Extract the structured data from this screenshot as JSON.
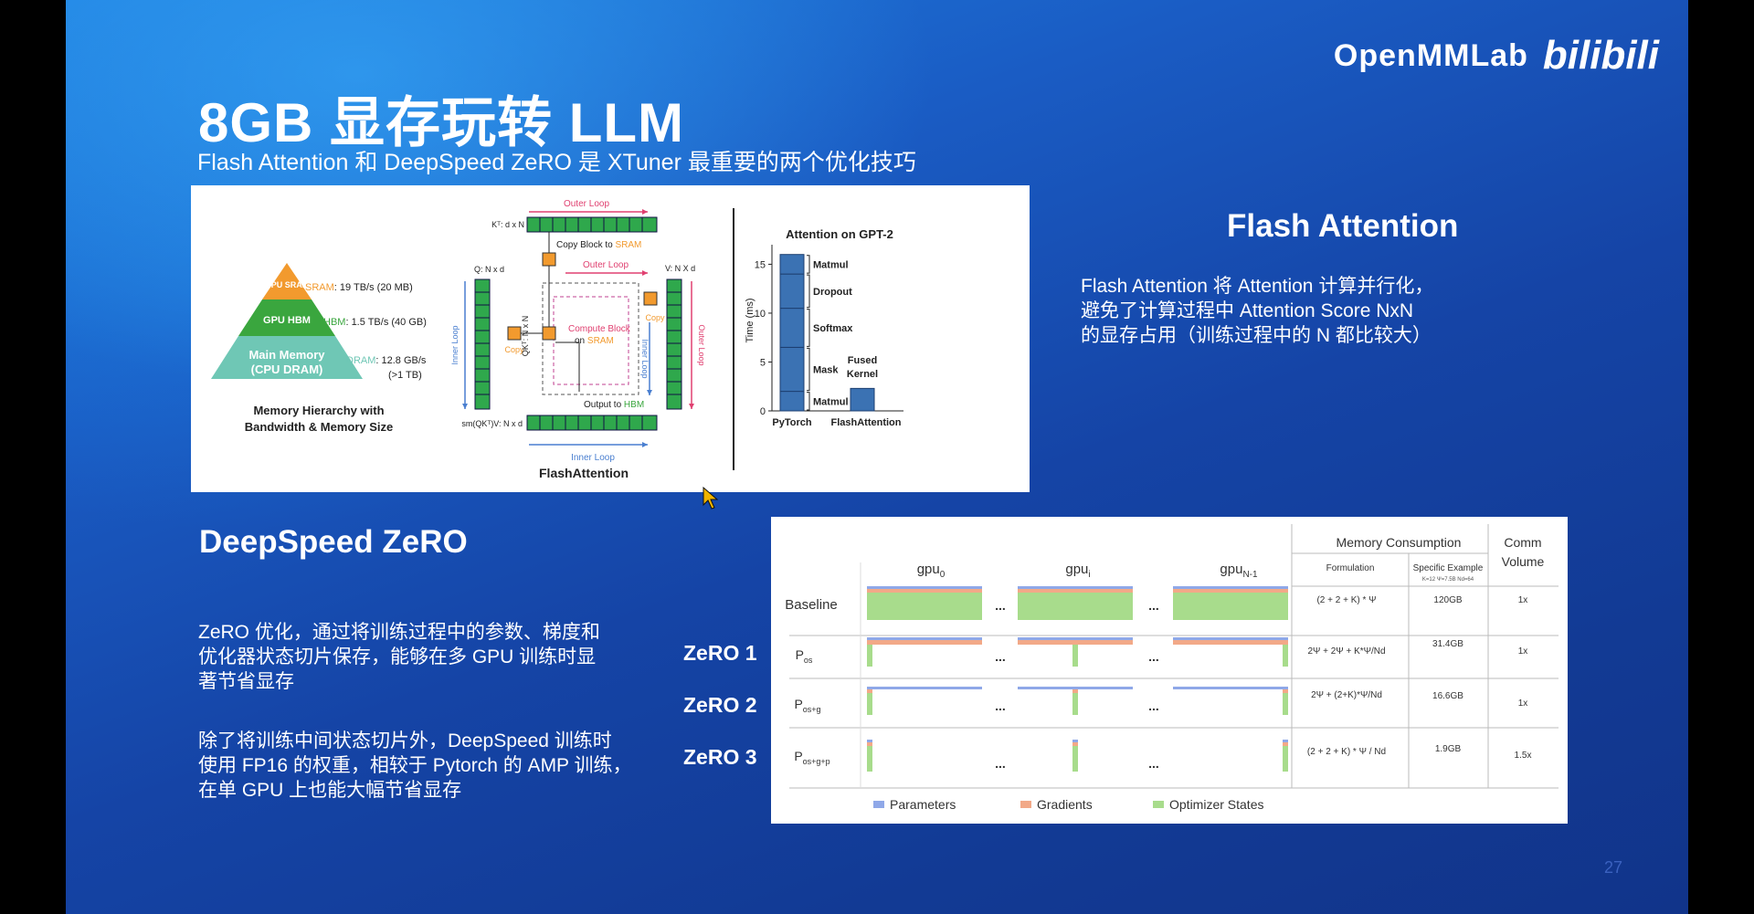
{
  "slide": {
    "title": "8GB 显存玩转 LLM",
    "subtitle": "Flash Attention 和 DeepSpeed ZeRO 是 XTuner 最重要的两个优化技巧",
    "page_number": "27"
  },
  "brand": {
    "openmmlab": "OpenMMLab",
    "bilibili": "bilibili"
  },
  "flash_attention": {
    "heading": "Flash Attention",
    "desc": [
      "Flash Attention 将 Attention 计算并行化，",
      "避免了计算过程中 Attention Score NxN",
      "的显存占用（训练过程中的 N 都比较大）"
    ],
    "figure": {
      "pyramid_gpu_sram": "GPU SRAM",
      "pyramid_gpu_hbm": "GPU HBM",
      "pyramid_dram_1": "Main Memory",
      "pyramid_dram_2": "(CPU DRAM)",
      "sram_label": "SRAM",
      "sram_val": ": 19 TB/s (20 MB)",
      "hbm_label": "HBM",
      "hbm_val": ": 1.5 TB/s (40 GB)",
      "dram_label": "DRAM",
      "dram_val": ": 12.8 GB/s",
      "dram_val2": "(>1 TB)",
      "hier_caption_1": "Memory Hierarchy with",
      "hier_caption_2": "Bandwidth & Memory Size",
      "outer_loop": "Outer Loop",
      "outer_loop_2": "Outer Loop",
      "outer_loop_side": "Outer Loop",
      "inner_loop": "Inner Loop",
      "inner_loop_2": "Inner Loop",
      "inner_loop_bottom": "Inner Loop",
      "kt_label": "Kᵀ: d x N",
      "q_label": "Q: N x d",
      "v_label": "V: N X d",
      "qkt_label": "QKᵀ: N x N",
      "copy_block_prefix": "Copy Block to ",
      "sram_word": "SRAM",
      "copy": "Copy",
      "compute_block": "Compute Block",
      "on_sram_prefix": "on ",
      "output_prefix": "Output to ",
      "hbm_word": "HBM",
      "sm_label": "sm(QKᵀ)V: N x d",
      "fa_caption": "FlashAttention"
    }
  },
  "attention_chart": {
    "chart_data": {
      "type": "bar",
      "title": "Attention on GPT-2",
      "ylabel": "Time (ms)",
      "ylim": [
        0,
        17
      ],
      "yticks": [
        0,
        5,
        10,
        15
      ],
      "categories": [
        "PyTorch",
        "FlashAttention"
      ],
      "stacks": {
        "PyTorch": [
          {
            "name": "Matmul",
            "value": 2.0
          },
          {
            "name": "Mask",
            "value": 4.5
          },
          {
            "name": "Softmax",
            "value": 4.0
          },
          {
            "name": "Dropout",
            "value": 3.5
          },
          {
            "name": "Matmul",
            "value": 2.0
          }
        ],
        "FlashAttention": [
          {
            "name": "Fused Kernel",
            "value": 2.3
          }
        ]
      },
      "fused_label_1": "Fused",
      "fused_label_2": "Kernel"
    }
  },
  "deepspeed": {
    "heading": "DeepSpeed ZeRO",
    "para1": [
      "ZeRO 优化，通过将训练过程中的参数、梯度和",
      "优化器状态切片保存，能够在多 GPU 训练时显",
      "著节省显存"
    ],
    "para2": [
      "除了将训练中间状态切片外，DeepSpeed 训练时",
      "使用 FP16 的权重，相较于 Pytorch 的 AMP 训练，",
      "在单 GPU 上也能大幅节省显存"
    ],
    "stages": [
      "ZeRO 1",
      "ZeRO 2",
      "ZeRO 3"
    ]
  },
  "zero_table": {
    "gpu_0": "gpu",
    "gpu_0_sub": "0",
    "gpu_i": "gpu",
    "gpu_i_sub": "i",
    "gpu_n": "gpu",
    "gpu_n_sub": "N-1",
    "ellipsis": "...",
    "mem_consumption": "Memory Consumption",
    "comm_volume_1": "Comm",
    "comm_volume_2": "Volume",
    "formulation": "Formulation",
    "specific_example": "Specific Example",
    "specific_example_sub": "K=12 Ψ=7.5B Nd=64",
    "rows": [
      {
        "label": "Baseline",
        "sub": "",
        "formula": "(2 + 2 + K) * Ψ",
        "example": "120GB",
        "comm": "1x"
      },
      {
        "label": "P",
        "sub": "os",
        "formula": "2Ψ + 2Ψ + K*Ψ/Nd",
        "example": "31.4GB",
        "comm": "1x"
      },
      {
        "label": "P",
        "sub": "os+g",
        "formula": "2Ψ + (2+K)*Ψ/Nd",
        "example": "16.6GB",
        "comm": "1x"
      },
      {
        "label": "P",
        "sub": "os+g+p",
        "formula": "(2 + 2 + K) * Ψ / Nd",
        "example": "1.9GB",
        "comm": "1.5x"
      }
    ],
    "legend": [
      "Parameters",
      "Gradients",
      "Optimizer States"
    ],
    "colors": {
      "parameters": "#8fa8e8",
      "gradients": "#f2a988",
      "optimizer": "#a8dc8c"
    }
  }
}
